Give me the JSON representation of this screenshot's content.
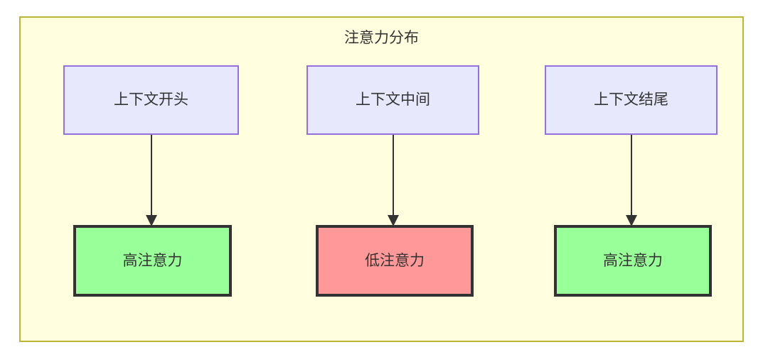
{
  "diagram": {
    "title": "注意力分布",
    "container": {
      "name": "attention-distribution-subgraph",
      "fill": "#ffffe0",
      "stroke": "#bdb434"
    },
    "colors": {
      "context_fill": "#e8e8fd",
      "context_stroke": "#9370db",
      "high_attention_fill": "#99ff99",
      "low_attention_fill": "#ff9999",
      "emphasis_stroke": "#333333",
      "text": "#333333",
      "edge": "#333333"
    },
    "nodes": {
      "context": [
        {
          "id": "ctx-start",
          "label": "上下文开头"
        },
        {
          "id": "ctx-middle",
          "label": "上下文中间"
        },
        {
          "id": "ctx-end",
          "label": "上下文结尾"
        }
      ],
      "attention": [
        {
          "id": "attn-start",
          "label": "高注意力",
          "level": "high"
        },
        {
          "id": "attn-middle",
          "label": "低注意力",
          "level": "low"
        },
        {
          "id": "attn-end",
          "label": "高注意力",
          "level": "high"
        }
      ]
    },
    "edges": [
      {
        "from": "ctx-start",
        "to": "attn-start",
        "label": ""
      },
      {
        "from": "ctx-middle",
        "to": "attn-middle",
        "label": ""
      },
      {
        "from": "ctx-end",
        "to": "attn-end",
        "label": ""
      }
    ]
  }
}
